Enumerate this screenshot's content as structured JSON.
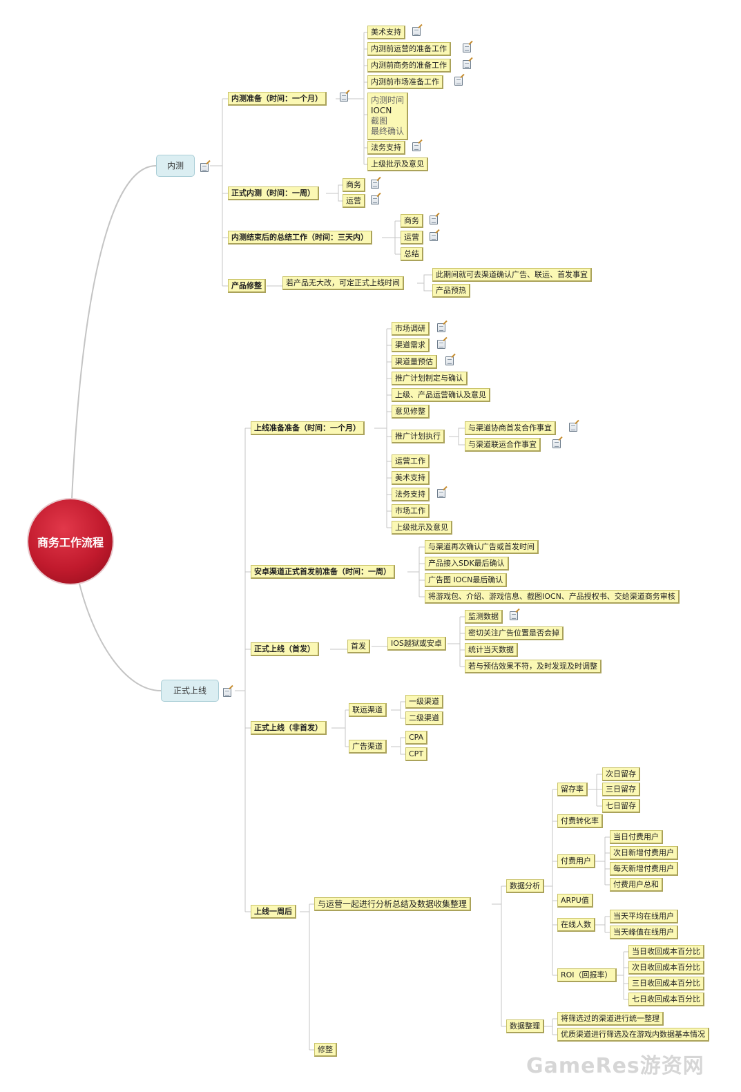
{
  "root": "商务工作流程",
  "branches": {
    "neice": "内测",
    "zhengshi": "正式上线"
  },
  "n": {
    "a1": "内测准备（时间：一个月）",
    "a1_1": "美术支持",
    "a1_2": "内测前运营的准备工作",
    "a1_3": "内测前商务的准备工作",
    "a1_4": "内测前市场准备工作",
    "a1_5_l1": "内测时间",
    "a1_5_l2": "IOCN",
    "a1_5_l3": "截图",
    "a1_5_l4": "最终确认",
    "a1_6": "法务支持",
    "a1_7": "上级批示及意见",
    "a2": "正式内测（时间：一周）",
    "a2_1": "商务",
    "a2_2": "运营",
    "a3": "内测结束后的总结工作（时间：三天内）",
    "a3_1": "商务",
    "a3_2": "运营",
    "a3_3": "总结",
    "a4": "产品修整",
    "a4_1": "若产品无大改，可定正式上线时间",
    "a4_1_1": "此期间就可去渠道确认广告、联运、首发事宜",
    "a4_1_2": "产品预热",
    "b1": "上线准备准备（时间：一个月）",
    "b1_1": "市场调研",
    "b1_2": "渠道需求",
    "b1_3": "渠道量预估",
    "b1_4": "推广计划制定与确认",
    "b1_5": "上级、产品运营确认及意见",
    "b1_6": "意见修整",
    "b1_7": "推广计划执行",
    "b1_7_1": "与渠道协商首发合作事宜",
    "b1_7_2": "与渠道联运合作事宜",
    "b1_8": "运营工作",
    "b1_9": "美术支持",
    "b1_10": "法务支持",
    "b1_11": "市场工作",
    "b1_12": "上级批示及意见",
    "b2": "安卓渠道正式首发前准备（时间：一周）",
    "b2_1": "与渠道再次确认广告或首发时间",
    "b2_2": "产品接入SDK最后确认",
    "b2_3": "广告图 IOCN最后确认",
    "b2_4": "将游戏包、介绍、游戏信息、截图IOCN、产品授权书、交给渠道商务审核",
    "b3": "正式上线（首发）",
    "b3_1": "首发",
    "b3_1_1": "IOS越狱或安卓",
    "b3_1_1_1": "监测数据",
    "b3_1_1_2": "密切关注广告位置是否会掉",
    "b3_1_1_3": "统计当天数据",
    "b3_1_1_4": "若与预估效果不符，及时发现及时调整",
    "b4": "正式上线（非首发）",
    "b4_1": "联运渠道",
    "b4_1_1": "一级渠道",
    "b4_1_2": "二级渠道",
    "b4_2": "广告渠道",
    "b4_2_1": "CPA",
    "b4_2_2": "CPT",
    "b5": "上线一周后",
    "b5_1": "与运营一起进行分析总结及数据收集整理",
    "b5_1_1": "数据分析",
    "d1": "留存率",
    "d1_1": "次日留存",
    "d1_2": "三日留存",
    "d1_3": "七日留存",
    "d2": "付费转化率",
    "d3": "付费用户",
    "d3_1": "当日付费用户",
    "d3_2": "次日新增付费用户",
    "d3_3": "每天新增付费用户",
    "d3_4": "付费用户总和",
    "d4": "ARPU值",
    "d5": "在线人数",
    "d5_1": "当天平均在线用户",
    "d5_2": "当天峰值在线用户",
    "d6": "ROI（回报率）",
    "d6_1": "当日收回成本百分比",
    "d6_2": "次日收回成本百分比",
    "d6_3": "三日收回成本百分比",
    "d6_4": "七日收回成本百分比",
    "b5_1_2": "数据整理",
    "e1": "将筛选过的渠道进行统一整理",
    "e2": "优质渠道进行筛选及在游戏内数据基本情况",
    "b5_2": "修整"
  },
  "watermark": "GameRes游资网",
  "colors": {
    "node_fill": "#fbf8b4",
    "node_border": "#c9c36a",
    "main_fill": "#dbeef2",
    "root_fill": "#c11a2d",
    "connector": "#bfbfbf"
  },
  "icons": [
    "note-icon"
  ]
}
